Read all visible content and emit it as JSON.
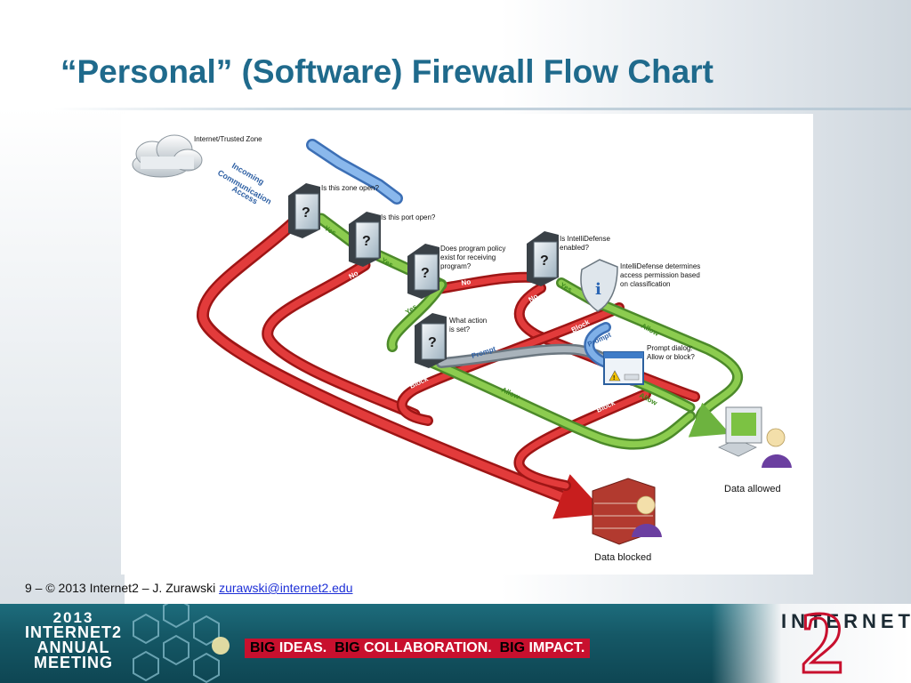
{
  "slide": {
    "title": "“Personal” (Software) Firewall Flow Chart"
  },
  "diagram": {
    "labels": {
      "zone": "Internet/Trusted Zone",
      "incoming1": "Incoming",
      "incoming2": "Communication",
      "incoming3": "Access",
      "q_zone": "Is this zone open?",
      "q_port": "Is this port open?",
      "q_policy1": "Does program policy",
      "q_policy2": "exist for receiving",
      "q_policy3": "program?",
      "q_intelli1": "Is IntelliDefense",
      "q_intelli2": "enabled?",
      "intelli_det1": "IntelliDefense determines",
      "intelli_det2": "access permission based",
      "intelli_det3": "on classification",
      "q_action1": "What action",
      "q_action2": "is set?",
      "prompt_dialog1": "Prompt dialog:",
      "prompt_dialog2": "Allow or block?",
      "data_allowed": "Data allowed",
      "data_blocked": "Data blocked",
      "yes": "Yes",
      "no": "No",
      "allow": "Allow",
      "block": "Block",
      "prompt": "Prompt",
      "question_mark": "?",
      "info_mark": "i",
      "warning_mark": "!"
    },
    "colors": {
      "red_path": "#d32f2f",
      "green_path": "#7cc243",
      "blue_path": "#6f9fd8",
      "gray_path": "#9aa4ad"
    }
  },
  "footer": {
    "credit": "9 – © 2013 Internet2 – J. Zurawski ",
    "email": "zurawski@internet2.edu"
  },
  "banner": {
    "year": "2013",
    "org": "INTERNET2",
    "annual": "ANNUAL",
    "meeting": "MEETING",
    "big1": "BIG",
    "ideas": " IDEAS.",
    "big2": "BIG",
    "collaboration": " COLLABORATION.",
    "big3": "BIG",
    "impact": " IMPACT.",
    "logo_text": "INTERNET",
    "logo_reg": "®",
    "logo_two": "2"
  }
}
